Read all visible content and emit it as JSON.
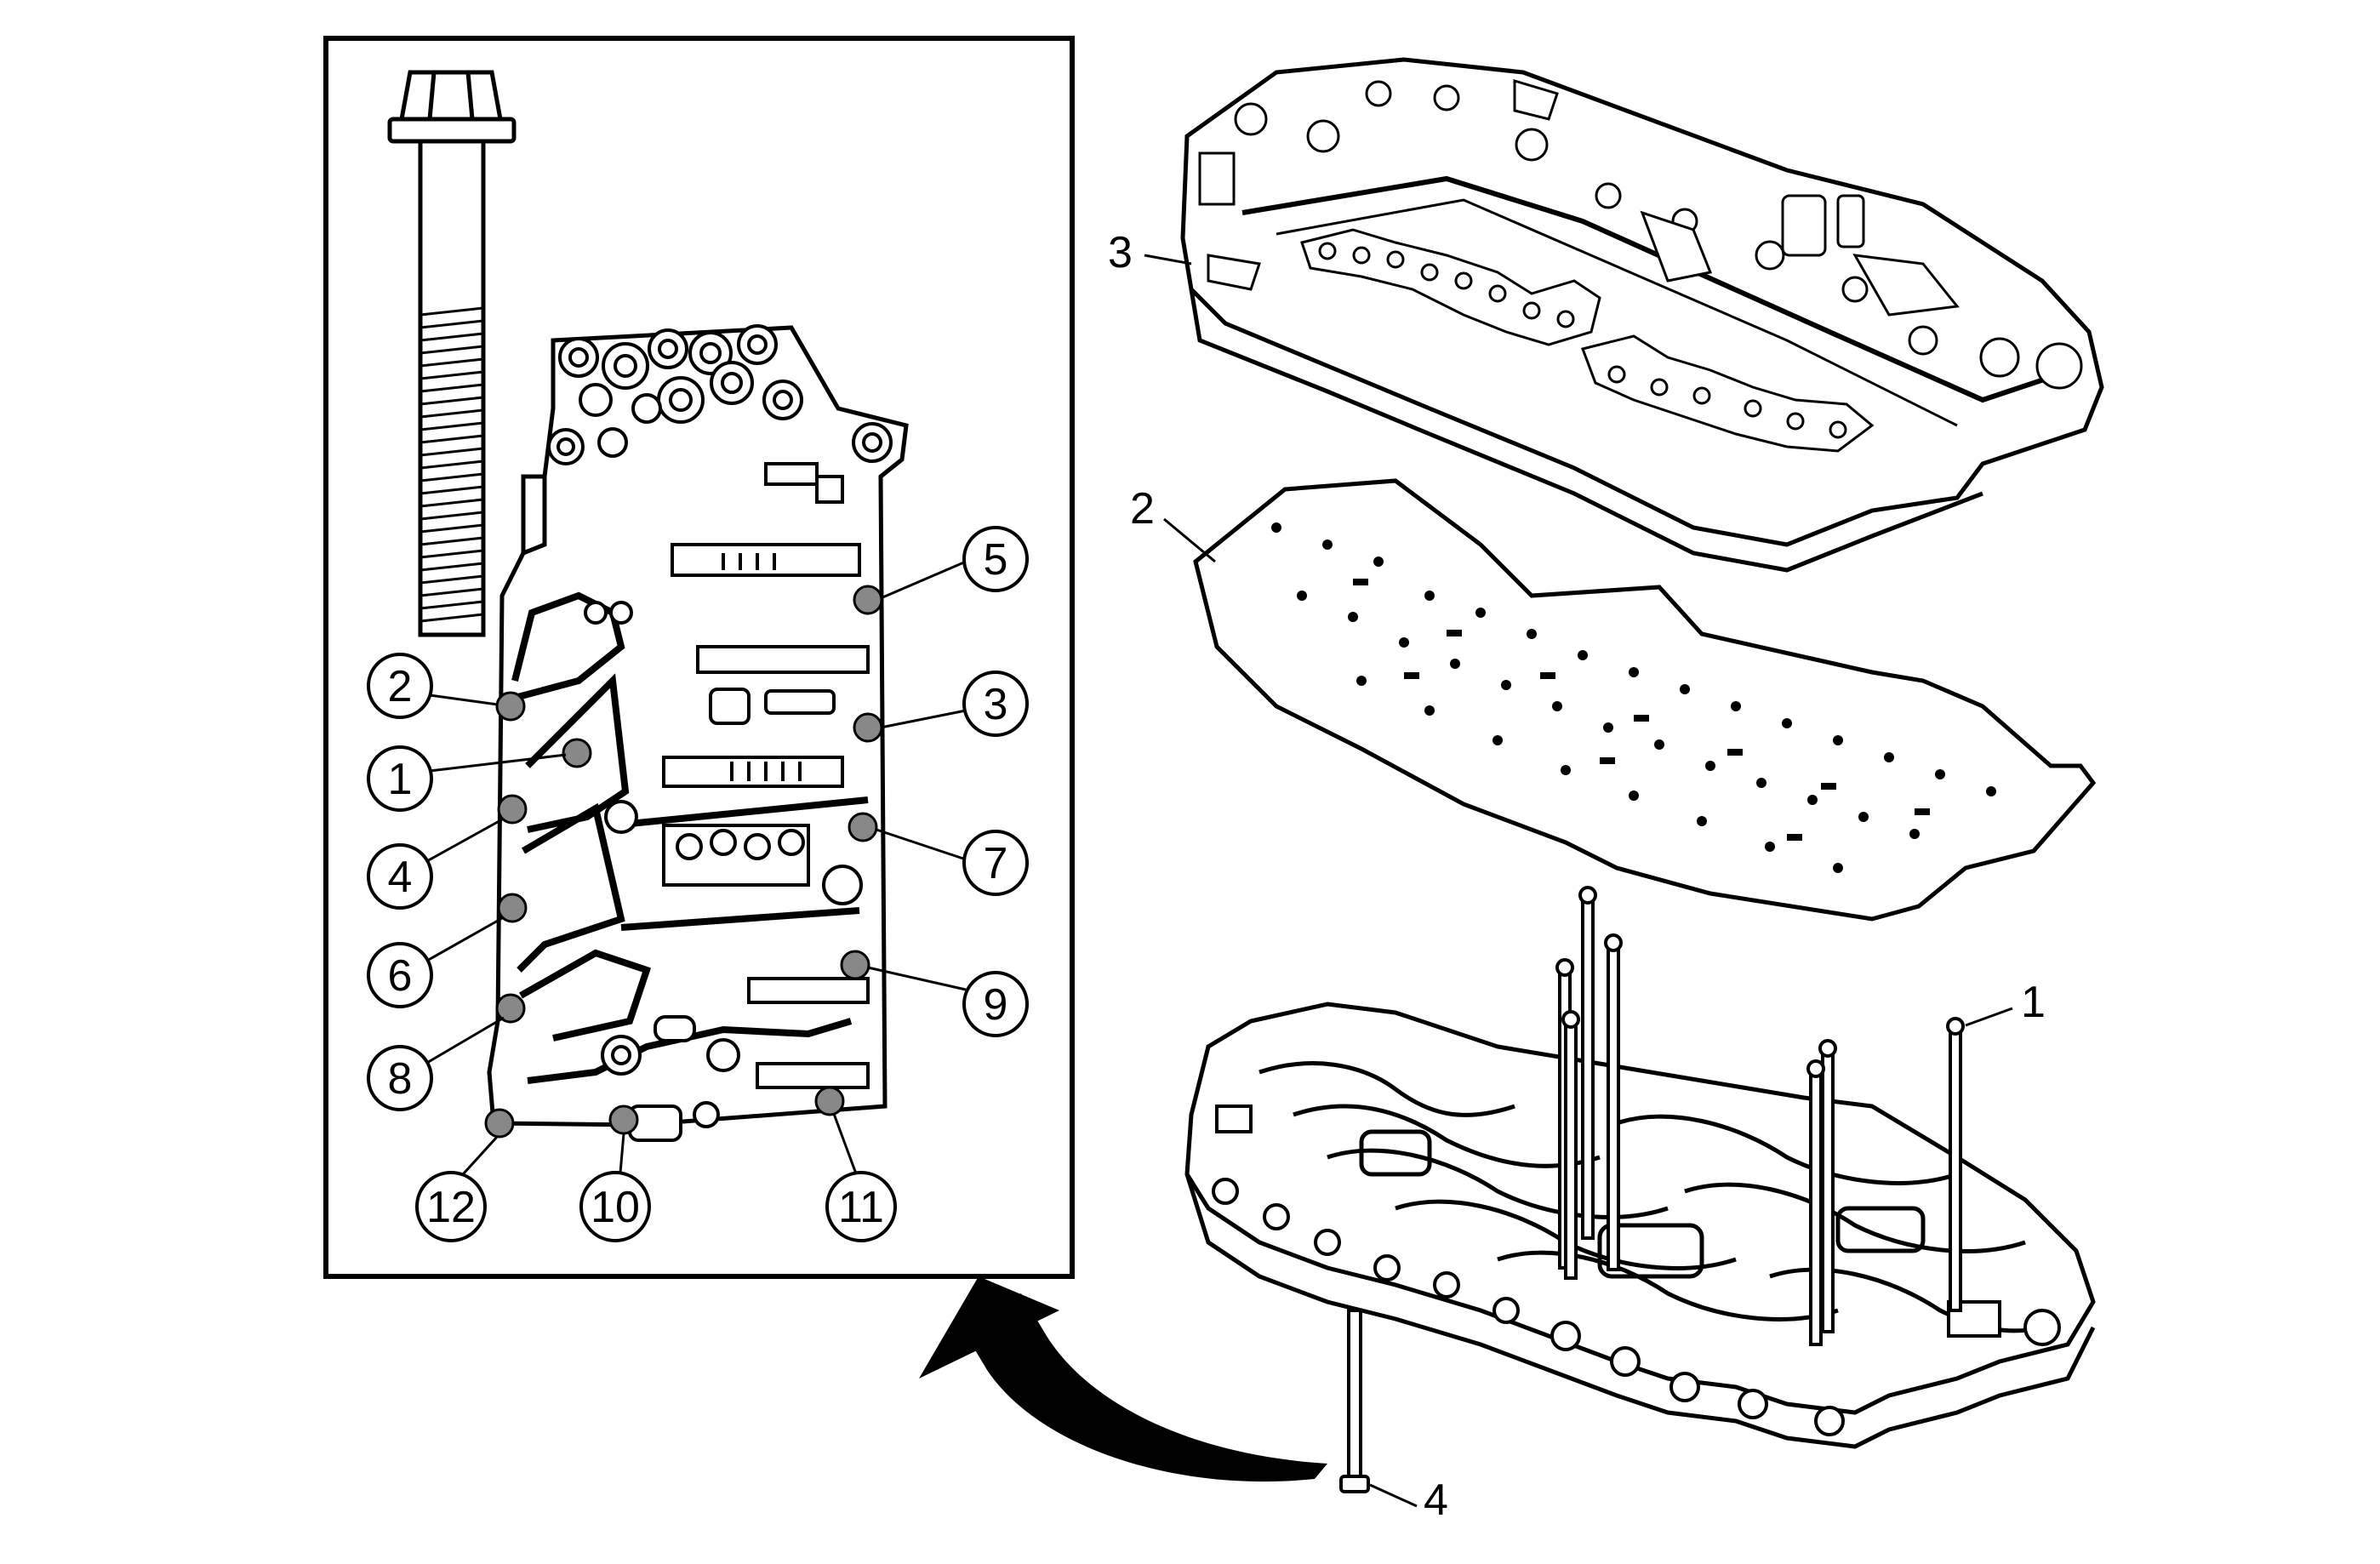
{
  "inset": {
    "bolt_callouts": [
      {
        "label": "1"
      },
      {
        "label": "2"
      },
      {
        "label": "3"
      },
      {
        "label": "4"
      },
      {
        "label": "5"
      },
      {
        "label": "6"
      },
      {
        "label": "7"
      },
      {
        "label": "8"
      },
      {
        "label": "9"
      },
      {
        "label": "10"
      },
      {
        "label": "11"
      },
      {
        "label": "12"
      }
    ]
  },
  "exploded_view": {
    "callouts": [
      {
        "label": "1"
      },
      {
        "label": "2"
      },
      {
        "label": "3"
      },
      {
        "label": "4"
      }
    ]
  },
  "colors": {
    "line": "#000000",
    "fill": "#ffffff",
    "bolt_fill": "#888888"
  }
}
